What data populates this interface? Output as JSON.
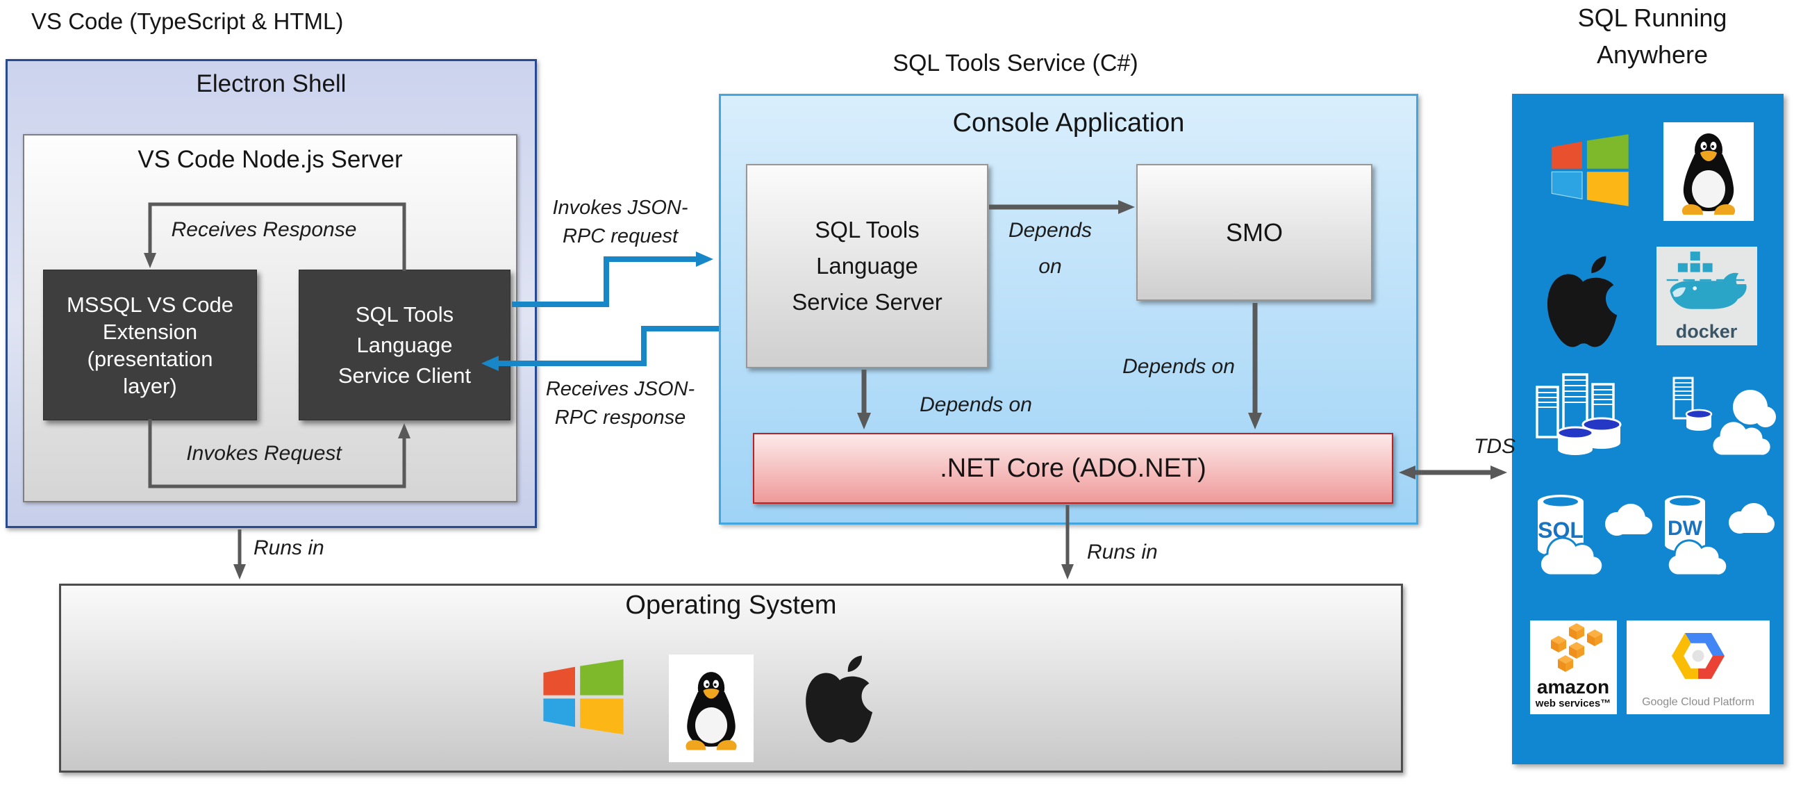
{
  "headings": {
    "vscode": "VS Code (TypeScript & HTML)",
    "sqltools": "SQL Tools Service (C#)",
    "anywhere1": "SQL Running",
    "anywhere2": "Anywhere"
  },
  "electron": {
    "title": "Electron Shell",
    "node_title": "VS Code Node.js Server",
    "mssql": [
      "MSSQL VS Code",
      "Extension",
      "(presentation",
      "layer)"
    ],
    "client": [
      "SQL Tools",
      "Language",
      "Service Client"
    ]
  },
  "console": {
    "title": "Console Application",
    "server": [
      "SQL Tools",
      "Language",
      "Service Server"
    ],
    "smo": "SMO",
    "dotnet": ".NET Core (ADO.NET)"
  },
  "os": {
    "title": "Operating System",
    "icons": [
      "windows",
      "linux-tux",
      "apple"
    ]
  },
  "arrows": {
    "receives_response": "Receives Response",
    "invokes_request": "Invokes Request",
    "invokes_rpc1": "Invokes JSON-",
    "invokes_rpc2": "RPC request",
    "receives_rpc1": "Receives JSON-",
    "receives_rpc2": "RPC response",
    "depends_a1": "Depends",
    "depends_a2": "on",
    "depends_b": "Depends on",
    "depends_c": "Depends on",
    "runs_in_left": "Runs in",
    "runs_in_center": "Runs in",
    "tds": "TDS"
  },
  "panel": {
    "sql": "SQL",
    "dw": "DW",
    "docker": "docker",
    "aws1": "amazon",
    "aws2": "web services™",
    "gcp": "Google Cloud Platform",
    "icons": [
      "windows",
      "linux-tux",
      "apple",
      "docker",
      "sql-servers",
      "server-cloud",
      "azure-sql-db-cloud",
      "azure-dw-cloud",
      "aws",
      "google-cloud-platform"
    ]
  },
  "colors": {
    "panel_blue": "#1287d1",
    "arrow_blue": "#1787c8",
    "arrow_gray": "#595959",
    "dotnet_border": "#bf2020",
    "console_border": "#42a7e0",
    "shell_border": "#2a4a8f",
    "win_red": "#e8502e",
    "win_green": "#7eb92c",
    "win_blue": "#2ca3e2",
    "win_yellow": "#fcb616",
    "db_top_blue": "#2537c5",
    "sql_text_blue": "#1a73c0"
  }
}
